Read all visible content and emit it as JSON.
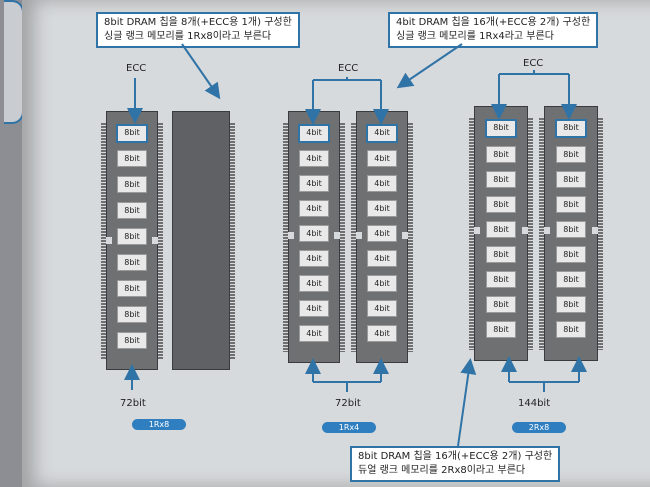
{
  "callouts": {
    "top_left": [
      "8bit DRAM 칩을 8개(+ECC용 1개) 구성한",
      "싱글 랭크 메모리를 1Rx8이라고 부른다"
    ],
    "top_right": [
      "4bit DRAM 칩을 16개(+ECC용 2개) 구성한",
      "싱글 랭크 메모리를 1Rx4라고 부른다"
    ],
    "bottom": [
      "8bit DRAM 칩을 16개(+ECC용 2개) 구성한",
      "듀얼 랭크 메모리를 2Rx8이라고 부른다"
    ]
  },
  "ecc_label": "ECC",
  "modules": [
    {
      "chip_label": "8bit",
      "chips": 9,
      "width_label": "72bit",
      "badge": "1Rx8"
    },
    {
      "chip_label": "4bit",
      "chips": 9,
      "width_label": "72bit",
      "badge": "1Rx4"
    },
    {
      "chip_label": "8bit",
      "chips": 9,
      "width_label": "144bit",
      "badge": "2Rx8"
    }
  ],
  "colors": {
    "accent": "#2f73a7",
    "badge": "#2f7fc0",
    "module": "#6f7072",
    "chip": "#e9e9e9",
    "paper": "#d7dadc"
  }
}
